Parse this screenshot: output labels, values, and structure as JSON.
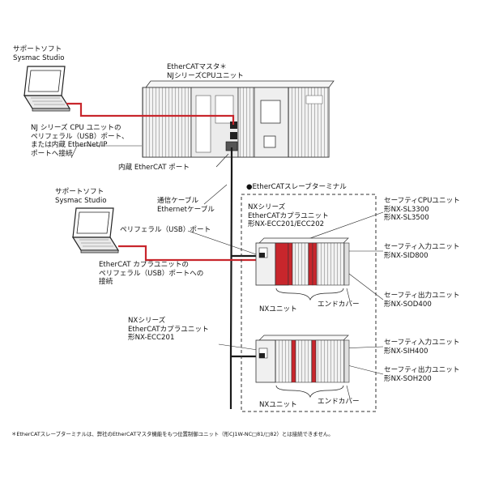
{
  "labels": {
    "sw_top_1": "サポートソフト",
    "sw_top_2": "Sysmac Studio",
    "sw_mid_1": "サポートソフト",
    "sw_mid_2": "Sysmac Studio",
    "master_1": "EtherCATマスタ＊",
    "master_2": "NJシリーズCPUユニット",
    "nj_conn_1": "NJ シリーズ CPU ユニットの",
    "nj_conn_2": "ペリフェラル（USB）ポート、",
    "nj_conn_3": "または内蔵 EtherNet/IP",
    "nj_conn_4": "ポートへ接続",
    "ecat_port": "内蔵 EtherCAT ポート",
    "cable_1": "通信ケーブル",
    "cable_2": "Ethernetケーブル",
    "slave_terminal": "●EtherCATスレーブターミナル",
    "coupler_a_1": "NXシリーズ",
    "coupler_a_2": "EtherCATカプラユニット",
    "coupler_a_3": "形NX-ECC201/ECC202",
    "usb_port": "ペリフェラル（USB）ポート",
    "coupler_conn_1": "EtherCAT カプラユニットの",
    "coupler_conn_2": "ペリフェラル（USB）ポートへの",
    "coupler_conn_3": "接続",
    "safety_cpu_1": "セーフティCPUユニット",
    "safety_cpu_2": "形NX-SL3300",
    "safety_cpu_3": "形NX-SL3500",
    "safety_in_a_1": "セーフティ入力ユニット",
    "safety_in_a_2": "形NX-SID800",
    "safety_out_a_1": "セーフティ出力ユニット",
    "safety_out_a_2": "形NX-SOD400",
    "nx_units_a": "NXユニット",
    "end_cover_a": "エンドカバー",
    "coupler_b_1": "NXシリーズ",
    "coupler_b_2": "EtherCATカプラユニット",
    "coupler_b_3": "形NX-ECC201",
    "safety_in_b_1": "セーフティ入力ユニット",
    "safety_in_b_2": "形NX-SIH400",
    "safety_out_b_1": "セーフティ出力ユニット",
    "safety_out_b_2": "形NX-SOH200",
    "nx_units_b": "NXユニット",
    "end_cover_b": "エンドカバー",
    "footnote": "＊EtherCATスレーブターミナルは、弊社のEtherCATマスタ機能をもつ位置制御ユニット（形CJ1W-NC□81/□82）とは接続できません。"
  },
  "colors": {
    "red_cable": "#c8262c",
    "black_cable": "#1a1a1a",
    "safety_unit": "#c8262c"
  }
}
